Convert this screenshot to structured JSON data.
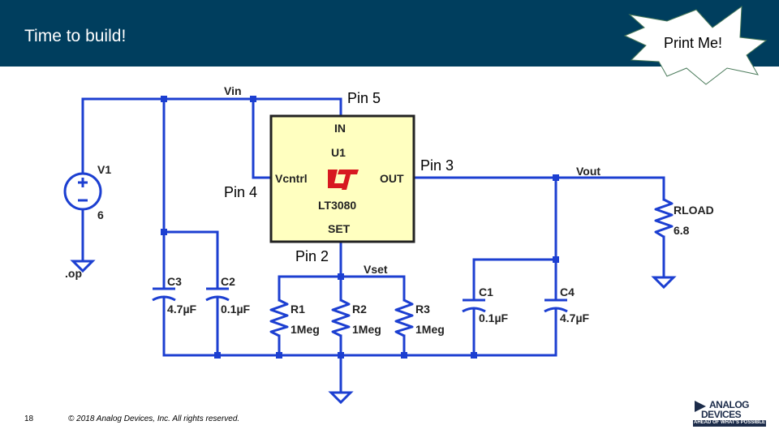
{
  "slide": {
    "title": "Time to build!",
    "callout": "Print Me!",
    "page_number": "18",
    "copyright": "© 2018 Analog Devices, Inc. All rights reserved.",
    "logo_line1": "ANALOG",
    "logo_line2": "DEVICES",
    "logo_tagline": "AHEAD OF WHAT'S POSSIBLE™"
  },
  "pins": {
    "pin5": "Pin 5",
    "pin3": "Pin 3",
    "pin4": "Pin 4",
    "pin2": "Pin 2"
  },
  "schematic": {
    "net_vin": "Vin",
    "net_vout": "Vout",
    "net_vset": "Vset",
    "v1_name": "V1",
    "v1_value": "6",
    "op_directive": ".op",
    "u1_name": "U1",
    "u1_part": "LT3080",
    "u1_pin_in": "IN",
    "u1_pin_out": "OUT",
    "u1_pin_vctrl": "Vcntrl",
    "u1_pin_set": "SET",
    "rload_name": "RLOAD",
    "rload_value": "6.8",
    "c3_name": "C3",
    "c3_value": "4.7µF",
    "c2_name": "C2",
    "c2_value": "0.1µF",
    "r1_name": "R1",
    "r1_value": "1Meg",
    "r2_name": "R2",
    "r2_value": "1Meg",
    "r3_name": "R3",
    "r3_value": "1Meg",
    "c1_name": "C1",
    "c1_value": "0.1µF",
    "c4_name": "C4",
    "c4_value": "4.7µF"
  },
  "colors": {
    "header_bg": "#003e5e",
    "wire": "#1c3fd1",
    "ic_fill": "#ffffc0",
    "ic_logo": "#d71920",
    "callout_fill": "#ffffff",
    "callout_stroke": "#4a7a5a"
  }
}
